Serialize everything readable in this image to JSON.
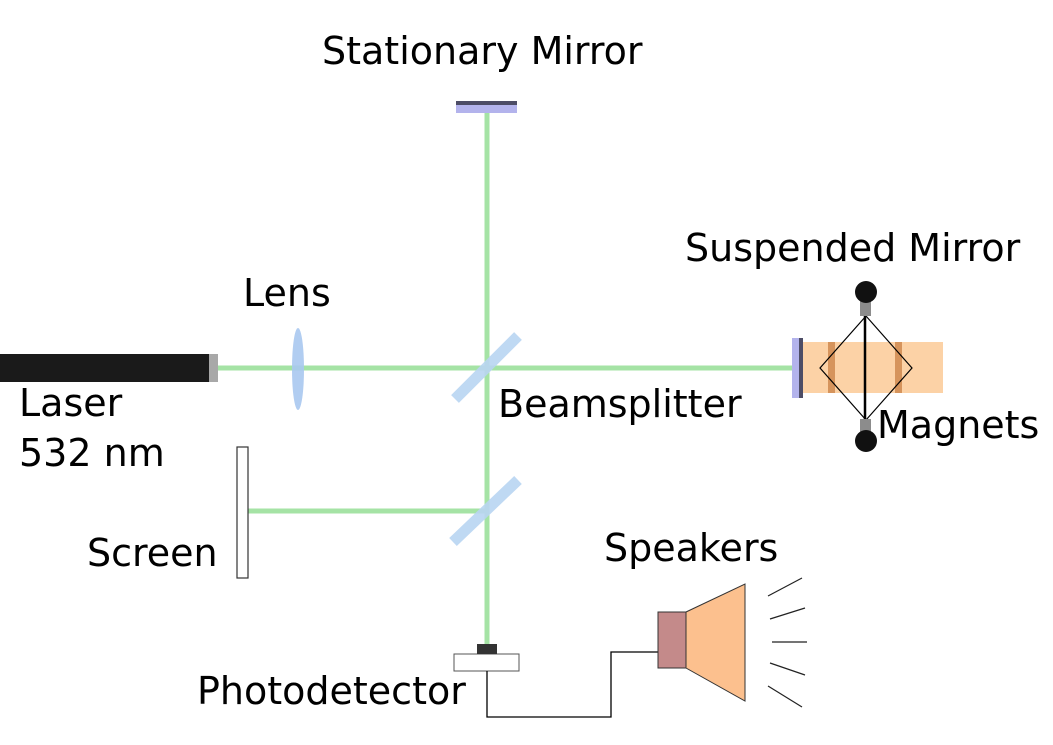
{
  "labels": {
    "stationary_mirror": "Stationary Mirror",
    "suspended_mirror": "Suspended Mirror",
    "lens": "Lens",
    "laser_line1": "Laser",
    "laser_line2": "532 nm",
    "beamsplitter": "Beamsplitter",
    "magnets": "Magnets",
    "screen": "Screen",
    "speakers": "Speakers",
    "photodetector": "Photodetector"
  },
  "colors": {
    "beam": "#a5e3a5",
    "laser_body": "#1a1a1a",
    "laser_aperture": "#a8a8a8",
    "mirror_face": "#b3b3ec",
    "mirror_edge": "#4d4d66",
    "lens": "#a9c8ef",
    "beamsplitter": "#b9d5f2",
    "magnet_housing": "#fcd2a6",
    "magnet_band": "#d6945c",
    "speaker_cone": "#fcc08e",
    "speaker_magnet": "#c48a8a",
    "detector_sensor": "#333333",
    "wire": "#000000"
  }
}
